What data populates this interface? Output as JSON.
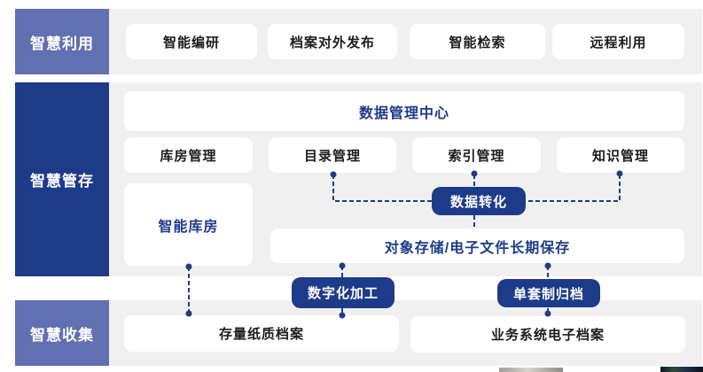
{
  "colors": {
    "accent_navy": "#1e3b8a",
    "accent_periwinkle": "#6170b0",
    "strip_background": "#f0f0f0",
    "box_background": "#ffffff",
    "text_dark": "#1c1c1c",
    "text_navy": "#1e3b8a",
    "connector": "#1e3b8a"
  },
  "sections": {
    "utilization": {
      "label": "智慧利用",
      "items": [
        "智能编研",
        "档案对外发布",
        "智能检索",
        "远程利用"
      ]
    },
    "management": {
      "label": "智慧管存",
      "data_center": "数据管理中心",
      "modules": [
        "库房管理",
        "目录管理",
        "索引管理",
        "知识管理"
      ],
      "smart_warehouse": "智能库房",
      "data_transform": "数据转化",
      "storage": "对象存储/电子文件长期保存"
    },
    "collection": {
      "label": "智慧收集",
      "digitization": "数字化加工",
      "single_set_archiving": "单套制归档",
      "sources": [
        "存量纸质档案",
        "业务系统电子档案"
      ]
    }
  }
}
